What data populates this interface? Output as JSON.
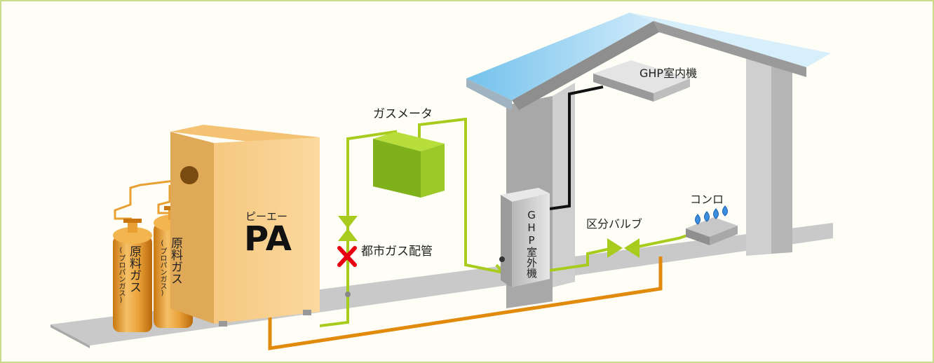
{
  "labels": {
    "pa_kana": "ピーエー",
    "pa": "PA",
    "gas_meter": "ガスメータ",
    "city_gas": "都市ガス配管",
    "ghp_indoor": "GHP室内機",
    "ghp_outdoor": "GHP室外機",
    "zone_valve": "区分バルブ",
    "stove": "コンロ",
    "cyl_main_1": "原料ガス",
    "cyl_sub_1": "(プロパンガス)",
    "cyl_main_2": "原料ガス",
    "cyl_sub_2": "(プロパンガス)"
  },
  "colors": {
    "green_pipe": "#a8cc1e",
    "orange_pipe": "#e28a0c",
    "roof": "#7cc6ee",
    "pa_box": "#f8cf8a",
    "cylinder": "#e9a032",
    "meter": "#8fc31f",
    "cross": "#e60012",
    "flame": "#3a8fe0"
  }
}
